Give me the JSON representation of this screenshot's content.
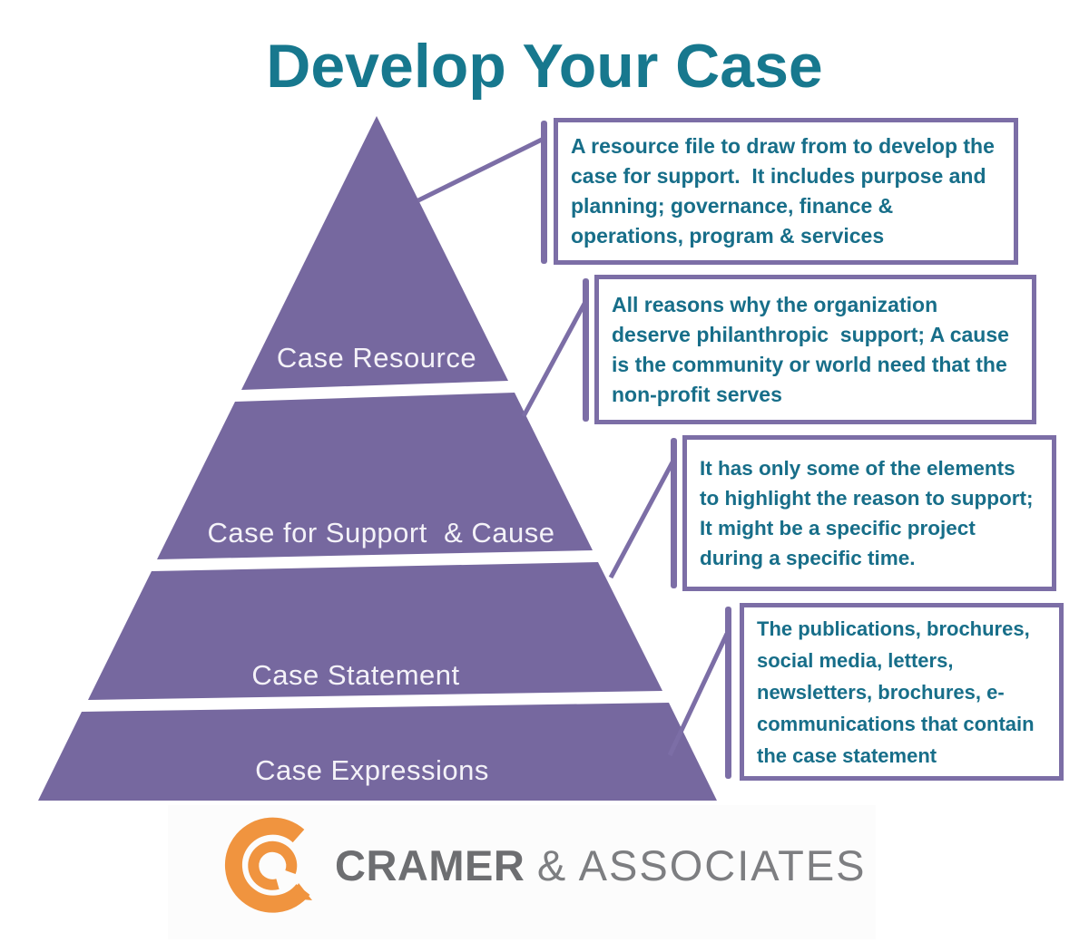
{
  "title": "Develop Your Case",
  "colors": {
    "title_teal": "#17788e",
    "note_text_teal": "#176e89",
    "pyramid_purple": "#76689f",
    "border_purple": "#7c6ea6",
    "logo_orange": "#f0943f",
    "logo_gray_bold": "#6d6e71",
    "logo_gray_light": "#7d7e81"
  },
  "pyramid": {
    "levels": [
      {
        "label": "Case Resource",
        "description": "A resource file to draw from to develop the case for support.  It includes purpose and planning; governance, finance & operations, program & services"
      },
      {
        "label": "Case for Support  & Cause",
        "description": "All reasons why the organization deserve philanthropic  support; A cause is the community or world need that the non-profit serves"
      },
      {
        "label": "Case Statement",
        "description": "It has only some of the elements to highlight the reason to support; It might be a specific project during a specific time."
      },
      {
        "label": "Case Expressions",
        "description": "The publications, brochures, social media, letters, newsletters, brochures, e-communications that contain the case statement"
      }
    ]
  },
  "footer": {
    "brand_bold": "CRAMER ",
    "brand_light": "& ASSOCIATES",
    "logo_icon": "cramer-c-icon"
  }
}
